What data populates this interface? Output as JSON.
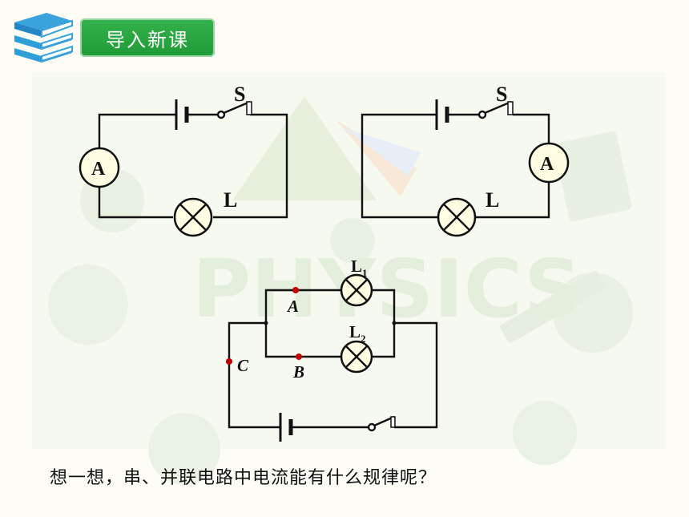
{
  "header": {
    "title": "导入新课",
    "icon": "books-stack-icon",
    "colors": {
      "badge": "#26a63f",
      "icon": "#2f9ed8"
    }
  },
  "background": {
    "watermark_text": "PHYSICS"
  },
  "circuits": {
    "top_left": {
      "ammeter": "A",
      "switch": "S",
      "lamp": "L"
    },
    "top_right": {
      "ammeter": "A",
      "switch": "S",
      "lamp": "L"
    },
    "parallel": {
      "lamp1": "L",
      "lamp1_sub": "1",
      "lamp2": "L",
      "lamp2_sub": "2",
      "point_a": "A",
      "point_b": "B",
      "point_c": "C",
      "point_color": "#c00000"
    }
  },
  "question": "想一想，串、并联电路中电流能有什么规律呢？"
}
